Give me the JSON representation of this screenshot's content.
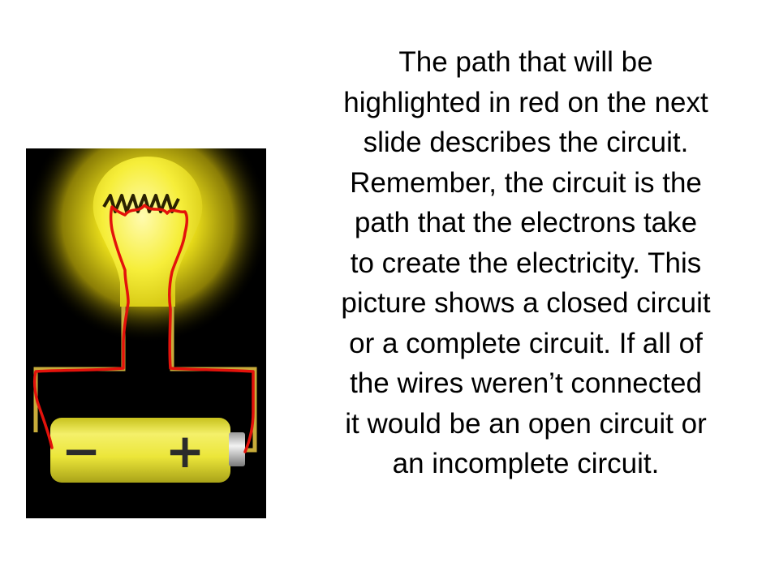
{
  "slide": {
    "body_lines": [
      "The path that will be",
      "highlighted in red on the next",
      "slide describes the circuit.",
      "Remember, the circuit is the",
      "path that the electrons take",
      "to create the electricity.  This",
      "picture shows a closed circuit",
      "or a complete circuit.  If all of",
      "the wires weren’t connected",
      "it would be an open circuit or",
      "an incomplete circuit."
    ],
    "illustration": {
      "negative_terminal_symbol": "−",
      "positive_terminal_symbol": "+",
      "colors": {
        "background": "#000000",
        "bulb_glow": "#f4e81c",
        "battery": "#eee83a",
        "wire": "#c8ac3a",
        "highlight_path": "#e3120b"
      }
    }
  }
}
